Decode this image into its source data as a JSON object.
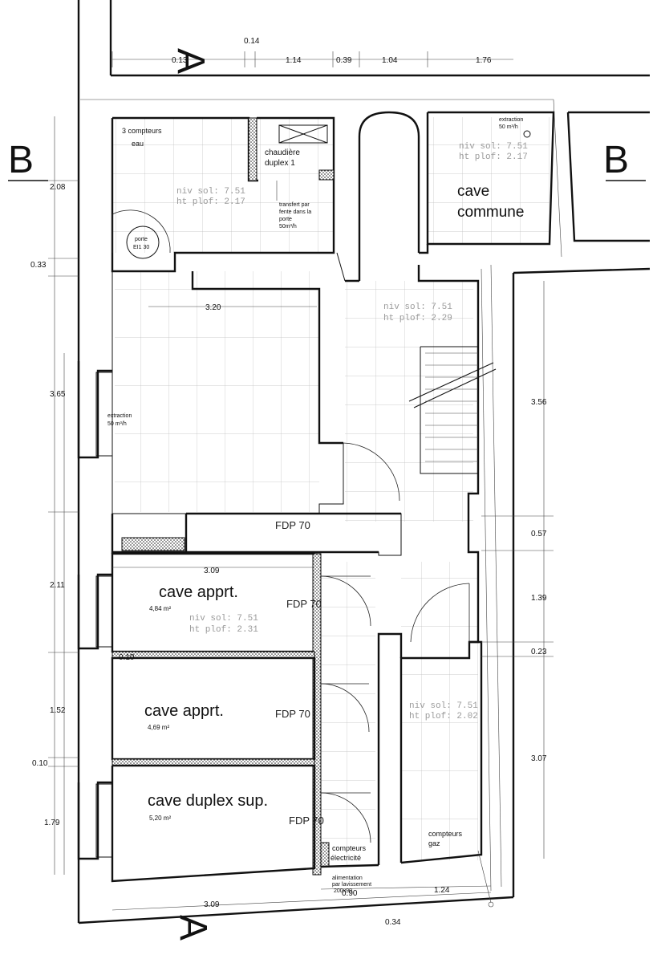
{
  "section_marks": {
    "a": "A",
    "b": "B"
  },
  "dimensions": {
    "top": [
      "0.14",
      "0.13",
      "1.14",
      "0.39",
      "1.04",
      "1.76"
    ],
    "left": [
      "2.08",
      "0.33",
      "3.65",
      "2.11",
      "1.52",
      "0.10",
      "1.79"
    ],
    "right": [
      "3.56",
      "0.57",
      "1.39",
      "0.23",
      "3.07"
    ],
    "bottom": [
      "3.09",
      "0.90",
      "1.24",
      "0.34"
    ],
    "inner": [
      "3.20",
      "3.09",
      "0.10"
    ]
  },
  "rooms": {
    "meters": {
      "title": "3 compteurs",
      "sub": "eau",
      "door_note": "porte",
      "door_code": "EI1 30"
    },
    "boiler": {
      "title": "chaudière",
      "sub": "duplex 1",
      "transfer": [
        "transfert par",
        "fente dans la",
        "porte",
        "50m³/h"
      ]
    },
    "common": {
      "title": "cave",
      "sub": "commune",
      "extraction": "extraction",
      "rate": "50 m³/h"
    },
    "extraction_left": {
      "text": "extraction",
      "rate": "50 m³/h"
    },
    "cave1": {
      "title": "cave apprt.",
      "area": "4,84 m²"
    },
    "cave2": {
      "title": "cave apprt.",
      "area": "4,69 m²"
    },
    "cave3": {
      "title": "cave duplex sup.",
      "area": "5,20 m²"
    },
    "elec": {
      "title": "compteurs",
      "sub": "électricité",
      "note1": "alimentation",
      "note2": "par lavissement",
      "note3": "200x90"
    },
    "gas": {
      "title": "compteurs",
      "sub": "gaz"
    }
  },
  "levels": [
    {
      "sol": "niv  sol: 7.51",
      "plaf": "ht  plof: 2.17"
    },
    {
      "sol": "niv  sol: 7.51",
      "plaf": "ht  plof: 2.17"
    },
    {
      "sol": "niv  sol: 7.51",
      "plaf": "ht  plof: 2.29"
    },
    {
      "sol": "niv  sol: 7.51",
      "plaf": "ht  plof: 2.31"
    },
    {
      "sol": "niv  sol: 7.51",
      "plaf": "ht  plof: 2.02"
    }
  ],
  "fdp": [
    "FDP 70",
    "FDP 70",
    "FDP 70",
    "FDP 70"
  ]
}
